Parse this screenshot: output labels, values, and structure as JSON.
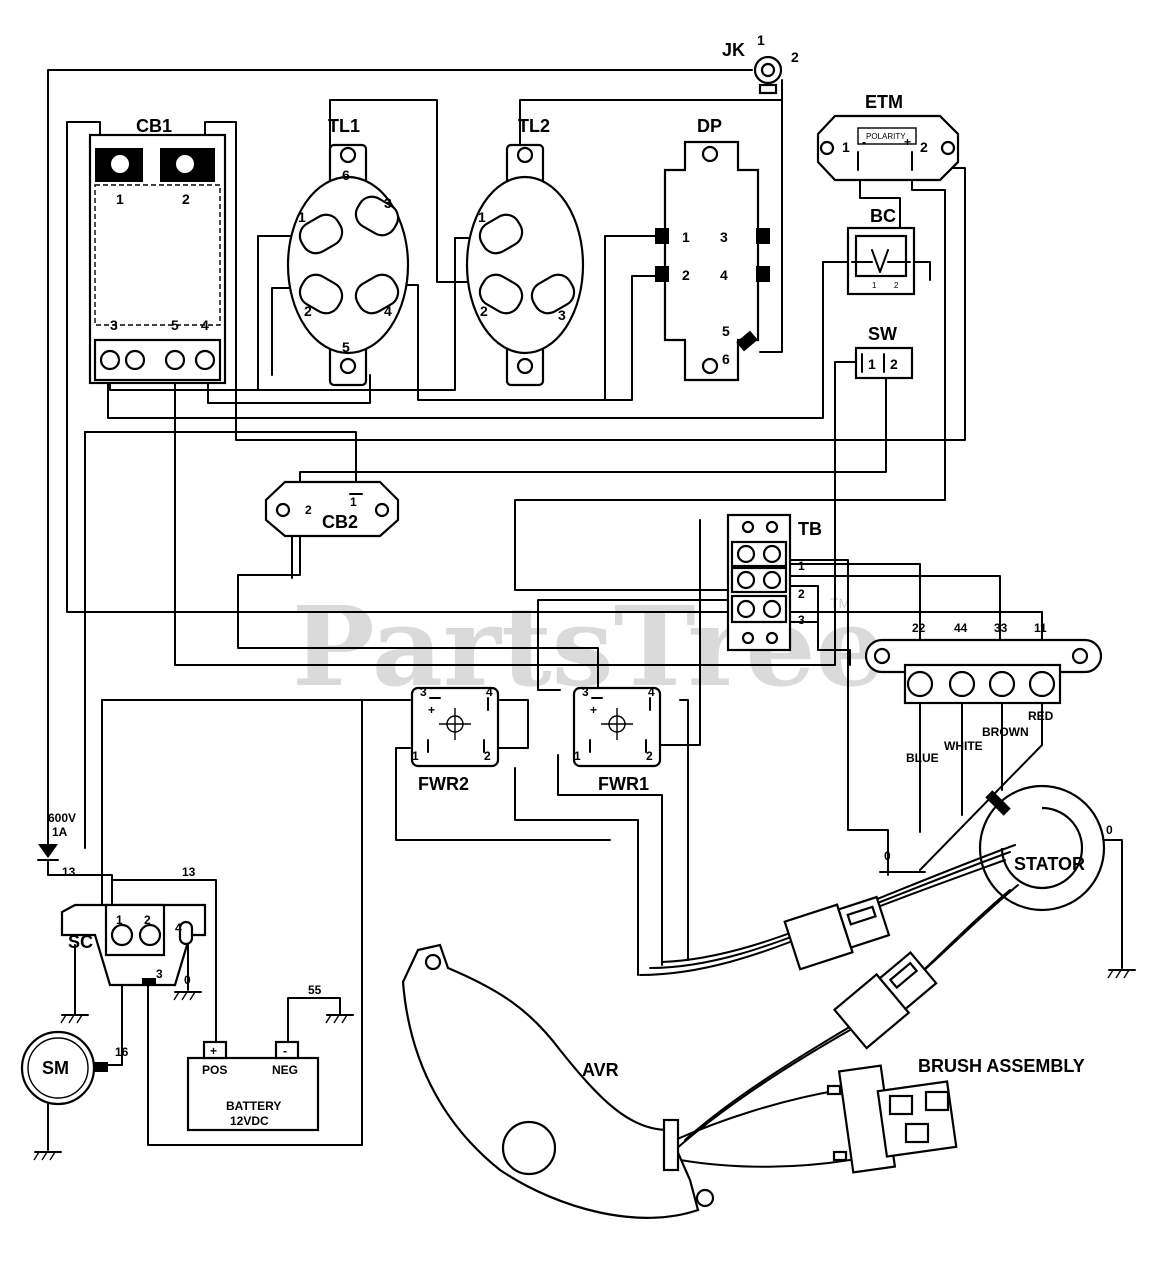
{
  "components": {
    "jk": "JK",
    "cb1": "CB1",
    "tl1": "TL1",
    "tl2": "TL2",
    "dp": "DP",
    "etm": "ETM",
    "etm_polarity": "POLARITY",
    "bc": "BC",
    "sw": "SW",
    "cb2": "CB2",
    "tb": "TB",
    "fwr1": "FWR1",
    "fwr2": "FWR2",
    "sc": "SC",
    "sm": "SM",
    "battery": "BATTERY",
    "battery_voltage": "12VDC",
    "battery_pos": "POS",
    "battery_neg": "NEG",
    "avr": "AVR",
    "stator": "STATOR",
    "brush_assembly": "BRUSH ASSEMBLY"
  },
  "terminals": {
    "jk": [
      "1",
      "2"
    ],
    "cb1_top": [
      "1",
      "2"
    ],
    "cb1_bottom": [
      "3",
      "5",
      "4"
    ],
    "tl1": [
      "6",
      "1",
      "3",
      "2",
      "4",
      "5"
    ],
    "tl2": [
      "1",
      "2",
      "3"
    ],
    "dp": [
      "1",
      "2",
      "3",
      "4",
      "5",
      "6"
    ],
    "etm": [
      "1",
      "2"
    ],
    "bc": [
      "1",
      "2"
    ],
    "sw": [
      "1",
      "2"
    ],
    "cb2": [
      "2",
      "1"
    ],
    "tb": [
      "1",
      "2",
      "3"
    ],
    "fwr1": [
      "3",
      "4",
      "1",
      "2"
    ],
    "fwr2": [
      "3",
      "4",
      "1",
      "2"
    ],
    "sc": [
      "1",
      "2",
      "3",
      "4"
    ]
  },
  "wire_numbers": {
    "w13_left": "13",
    "w13_top": "13",
    "w16": "16",
    "w55": "55",
    "w0_sc": "0",
    "w0_stator": "0",
    "w0_right": "0"
  },
  "stator_leads": {
    "numbers": [
      "22",
      "44",
      "33",
      "11"
    ],
    "colors": [
      "BLUE",
      "WHITE",
      "BROWN",
      "RED"
    ]
  },
  "diode": {
    "voltage": "600V",
    "current": "1A"
  },
  "symbols": {
    "plus": "+",
    "minus": "-"
  },
  "watermark": {
    "text": "PartsTree",
    "tm": "TM"
  }
}
